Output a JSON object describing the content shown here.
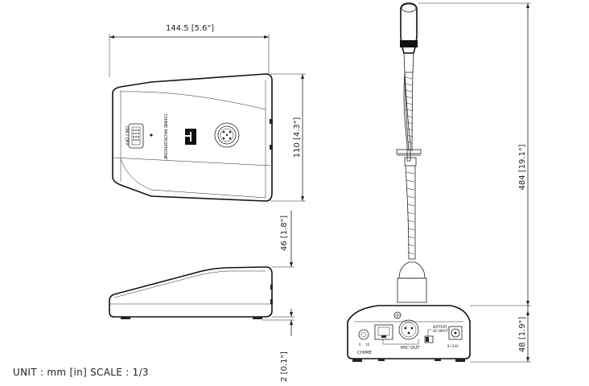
{
  "dimensions": {
    "top_width": "144.5 [5.6\"]",
    "top_depth": "110 [4.3\"]",
    "total_height": "484 [19.1\"]",
    "side_height": "46 [1.8\"]",
    "foot_height": "2 [0.1\"]",
    "rear_height": "48 [1.9\"]"
  },
  "panel_labels": {
    "chime_microphone": "CHIME MICROPHONE",
    "on_off": "ON / OFF",
    "chime": "CHIME",
    "mic_out": "MIC OUT",
    "battery": "BATTERY",
    "dc_input": "DC INPUT"
  },
  "footer": {
    "unit_note": "UNIT : mm [in] SCALE : 1/3"
  }
}
